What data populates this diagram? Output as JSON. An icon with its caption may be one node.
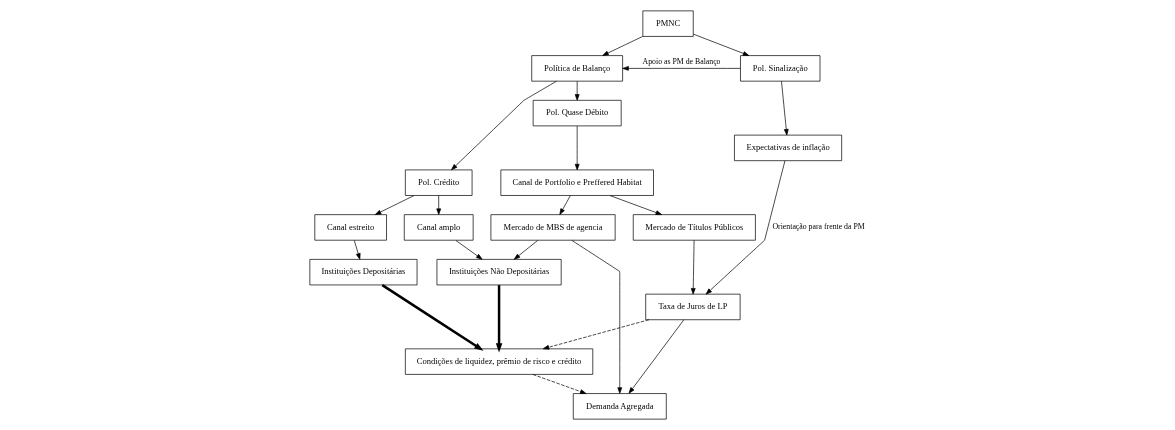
{
  "diagram": {
    "nodes": [
      {
        "text": [
          "PMNC"
        ]
      },
      {
        "text": [
          "Política de Balanço"
        ]
      },
      {
        "text": [
          "Pol. Sinalização"
        ]
      },
      {
        "text": [
          "Pol. Crédito"
        ]
      },
      {
        "text": [
          "Pol. Quase Débito"
        ]
      },
      {
        "text": [
          "Canal estreito"
        ]
      },
      {
        "text": [
          "Canal amplo"
        ]
      },
      {
        "text": [
          "Canal de Portfolio e Preffered Habitat"
        ]
      },
      {
        "text": [
          "Expectativas de inflação"
        ]
      },
      {
        "text": [
          "Instituições Depositárias"
        ]
      },
      {
        "text": [
          "Instituições Não Depositárias"
        ]
      },
      {
        "text": [
          "Mercado de MBS de agencia"
        ]
      },
      {
        "text": [
          "Mercado de Títulos Públicos"
        ]
      },
      {
        "text": [
          "Condições de liquidez, prêmio de risco e crédito"
        ]
      },
      {
        "text": [
          "Taxa de Juros de LP"
        ]
      },
      {
        "text": [
          "Demanda Agregada"
        ]
      }
    ],
    "edges": [
      {
        "from": 0,
        "to": 1,
        "arrow": "to"
      },
      {
        "from": 0,
        "to": 2,
        "arrow": "to"
      },
      {
        "from": 2,
        "to": 1,
        "arrow": "to",
        "label": "Apoio as PM de Balanço"
      },
      {
        "from": 1,
        "to": 3,
        "arrow": "to"
      },
      {
        "from": 1,
        "to": 4,
        "arrow": "to"
      },
      {
        "from": 3,
        "to": 5,
        "arrow": "to"
      },
      {
        "from": 3,
        "to": 6,
        "arrow": "to"
      },
      {
        "from": 4,
        "to": 7,
        "arrow": "to"
      },
      {
        "from": 2,
        "to": 8,
        "arrow": "to"
      },
      {
        "from": 5,
        "to": 9,
        "arrow": "to"
      },
      {
        "from": 6,
        "to": 10,
        "arrow": "to"
      },
      {
        "from": 7,
        "to": 11,
        "arrow": "to"
      },
      {
        "from": 7,
        "to": 12,
        "arrow": "to"
      },
      {
        "from": 9,
        "to": 13,
        "arrow": "to",
        "style": "thick"
      },
      {
        "from": 10,
        "to": 13,
        "arrow": "to",
        "style": "thick"
      },
      {
        "from": 11,
        "to": 10,
        "arrow": "to"
      },
      {
        "from": 11,
        "to": 15,
        "arrow": "to"
      },
      {
        "from": 12,
        "to": 14,
        "arrow": "to"
      },
      {
        "from": 8,
        "to": 14,
        "arrow": "to",
        "label": "Orientação para frente da PM"
      },
      {
        "from": 14,
        "to": 13,
        "arrow": "to",
        "style": "dashed"
      },
      {
        "from": 14,
        "to": 15,
        "arrow": "to"
      },
      {
        "from": 13,
        "to": 15,
        "arrow": "to",
        "style": "dashed"
      }
    ]
  }
}
